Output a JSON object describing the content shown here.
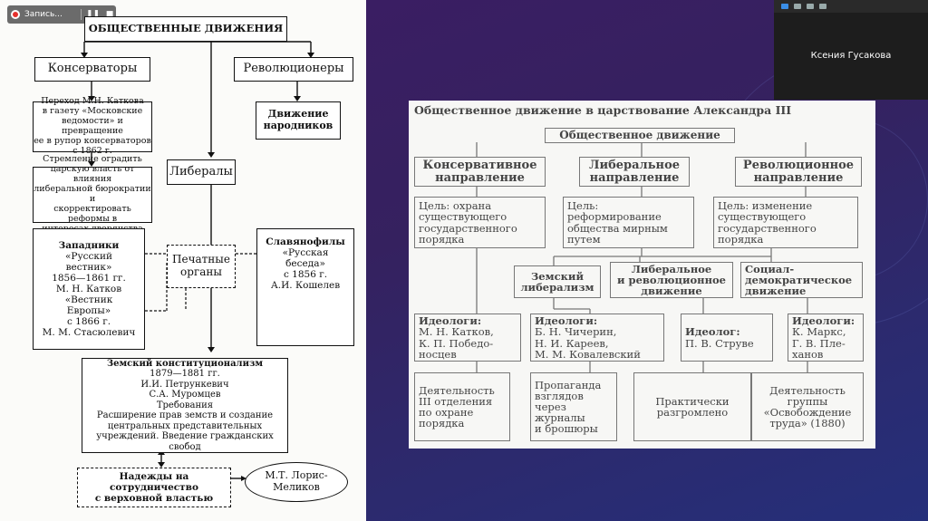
{
  "recording": {
    "label": "Запись...",
    "pause_icon": "pause-icon",
    "stop_icon": "stop-icon"
  },
  "left": {
    "title": "ОБЩЕСТВЕННЫЕ ДВИЖЕНИЯ",
    "conservatives": "Консерваторы",
    "revolutionaries": "Революционеры",
    "katkov": [
      "Переход М.Н. Каткова",
      "в газету «Московские",
      "ведомости» и превращение",
      "ее в рупор консерваторов",
      "с 1862 г."
    ],
    "goal": [
      "Стремление оградить",
      "царскую власть от влияния",
      "либеральной бюрократии и",
      "скорректировать реформы в",
      "интересах дворянства"
    ],
    "narodniki": [
      "Движение",
      "народников"
    ],
    "liberals": "Либералы",
    "westerners_title": "Западники",
    "westerners": [
      "«Русский",
      "вестник»",
      "1856—1861 гг.",
      "М. Н. Катков",
      "«Вестник",
      "Европы»",
      "с 1866 г.",
      "М. М. Стасюлевич"
    ],
    "press": [
      "Печатные",
      "органы"
    ],
    "slavophiles_title": "Славянофилы",
    "slavophiles": [
      "«Русская",
      "беседа»",
      "с 1856 г.",
      "А.И. Кошелев"
    ],
    "zemstvo_title": "Земский конституционализм",
    "zemstvo": [
      "1879—1881 гг.",
      "И.И. Петрункевич",
      "С.А. Муромцев",
      "Требования",
      "Расширение прав земств и создание",
      "центральных представительных",
      "учреждений. Введение гражданских свобод"
    ],
    "hopes": [
      "Надежды на сотрудничество",
      "с верховной властью"
    ],
    "loris": [
      "М.Т. Лорис-",
      "Меликов"
    ]
  },
  "slide": {
    "title": "Общественное движение в царствование Александра III",
    "root": "Общественное движение",
    "dir_cons": [
      "Консервативное",
      "направление"
    ],
    "dir_lib": [
      "Либеральное",
      "направление"
    ],
    "dir_rev": [
      "Революционное",
      "направление"
    ],
    "goal_cons": [
      "Цель: охрана",
      "существующего",
      "государственного",
      "порядка"
    ],
    "goal_lib": [
      "Цель:",
      "реформирование",
      "общества мирным",
      "путем"
    ],
    "goal_rev": [
      "Цель: изменение",
      "существующего",
      "государственного",
      "порядка"
    ],
    "zemsky": [
      "Земский",
      "либерализм"
    ],
    "librev": [
      "Либеральное",
      "и революционное",
      "движение"
    ],
    "socdem": [
      "Социал-",
      "демократическое",
      "движение"
    ],
    "ideo_cons": [
      "Идеологи:",
      "М. Н. Катков,",
      "К. П. Победо-",
      "носцев"
    ],
    "ideo_lib": [
      "Идеологи:",
      "Б. Н. Чичерин,",
      "Н. И. Кареев,",
      "М. М. Ковалевский"
    ],
    "ideo_struve": [
      "Идеолог:",
      "П. В. Струве"
    ],
    "ideo_soc": [
      "Идеологи:",
      "К. Маркс,",
      "Г. В. Пле-",
      "ханов"
    ],
    "act_cons": [
      "Деятельность",
      "III отделения",
      "по охране",
      "порядка"
    ],
    "act_lib": [
      "Пропаганда",
      "взглядов",
      "через",
      "журналы",
      "и брошюры"
    ],
    "act_struve": [
      "Практически",
      "разгромлено"
    ],
    "act_soc": [
      "Деятельность",
      "группы",
      "«Освобождение",
      "труда» (1880)"
    ]
  },
  "participant": {
    "name": "Ксения Гусакова"
  }
}
